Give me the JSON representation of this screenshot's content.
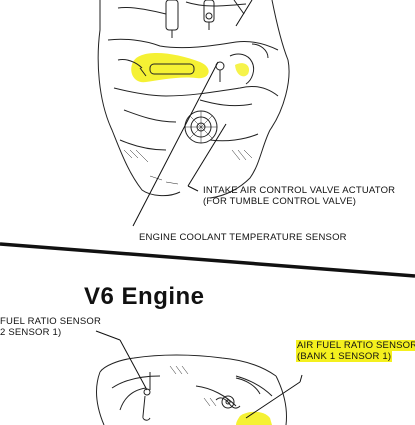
{
  "top_diagram": {
    "label_intake_valve_line1": "INTAKE AIR CONTROL VALVE ACTUATOR",
    "label_intake_valve_line2": "(FOR TUMBLE CONTROL VALVE)",
    "label_coolant_temp": "ENGINE COOLANT TEMPERATURE SENSOR"
  },
  "bottom_diagram": {
    "title": "V6 Engine",
    "label_left_line1": "FUEL RATIO SENSOR",
    "label_left_line2": "2 SENSOR 1)",
    "label_right_line1": "AIR FUEL RATIO SENSOR",
    "label_right_line2": "(BANK 1 SENSOR 1)"
  },
  "colors": {
    "highlight": "#f4f01e",
    "line": "#111111",
    "background": "#ffffff"
  }
}
